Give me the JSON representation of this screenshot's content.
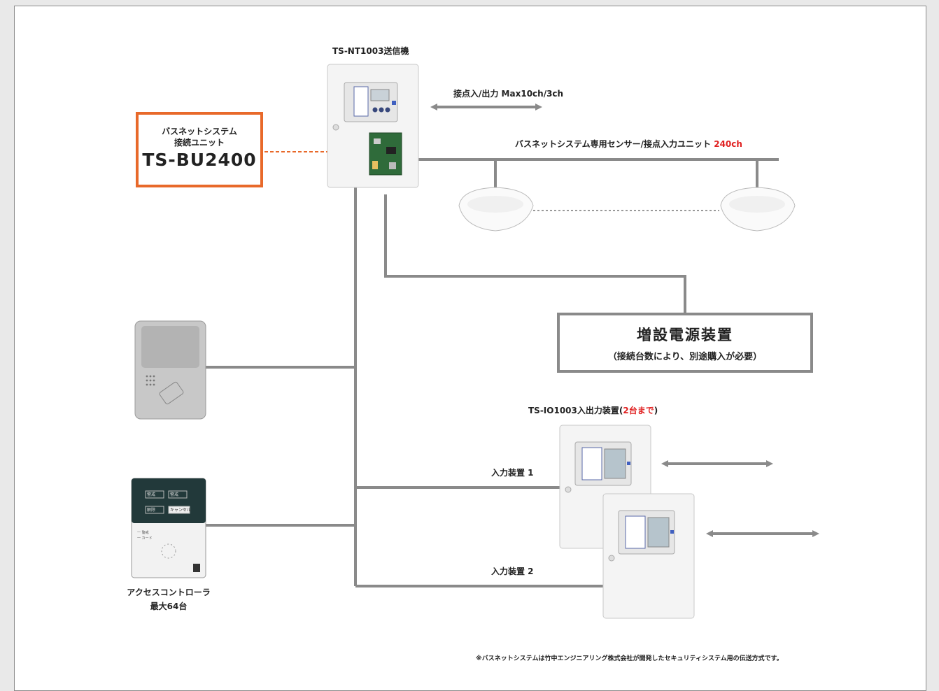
{
  "transmitter": {
    "title": "TS-NT1003送信機"
  },
  "contact_io": {
    "label": "接点入/出力 Max10ch/3ch"
  },
  "bus_unit": {
    "line1": "バスネットシステム",
    "line2": "接続ユニット",
    "model": "TS-BU2400"
  },
  "sensor_line": {
    "label": "バスネットシステム専用センサー/接点入力ユニット",
    "count": "240ch"
  },
  "power": {
    "title": "増設電源装置",
    "note": "（接続台数により、別途購入が必要）"
  },
  "io_device": {
    "title": "TS-IO1003入出力装置",
    "paren_open": "(",
    "limit": "2台まで",
    "paren_close": ")"
  },
  "input1": {
    "label": "入力装置 1"
  },
  "input2": {
    "label": "入力装置 2"
  },
  "access": {
    "line1": "アクセスコントローラ",
    "line2": "最大64台"
  },
  "controller_panel": {
    "buttons": [
      "警戒",
      "警戒",
      "解除",
      "キャンセル"
    ],
    "status": [
      "一 警戒",
      "一 カード"
    ]
  },
  "footnote": "※バスネットシステムは竹中エンジニアリング株式会社が開発したセキュリティシステム用の伝送方式です。",
  "colors": {
    "accent": "#e8692a",
    "line": "#8a8a8a",
    "highlight": "#e02020"
  }
}
